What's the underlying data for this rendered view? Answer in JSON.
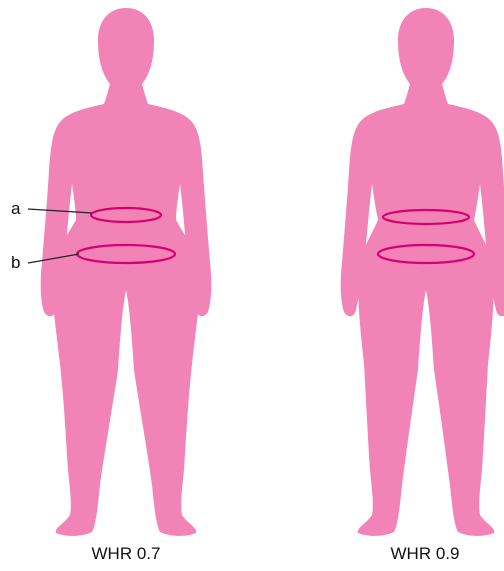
{
  "figures": [
    {
      "caption": "WHR 0.7"
    },
    {
      "caption": "WHR 0.9"
    }
  ],
  "markers": {
    "waist": "a",
    "hip": "b"
  },
  "colors": {
    "body": "#f283b6",
    "ring": "#d6006f",
    "leader": "#222222"
  }
}
